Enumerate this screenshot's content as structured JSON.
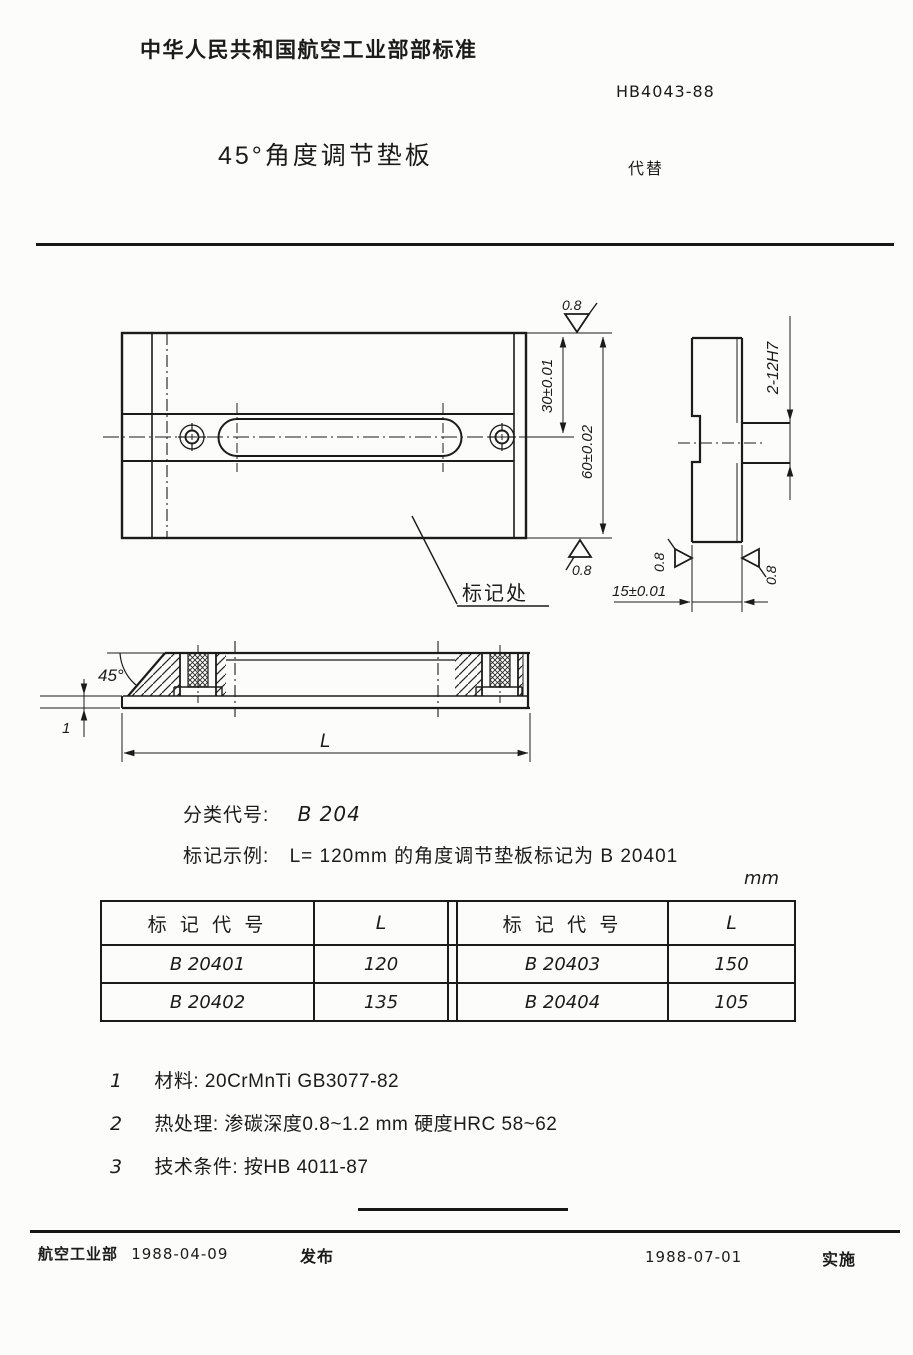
{
  "header": {
    "org_title": "中华人民共和国航空工业部部标准",
    "std_number": "HB4043-88",
    "doc_title": "45°角度调节垫板",
    "replaces_label": "代替"
  },
  "drawing": {
    "top_view": {
      "dim_width_slot": "30±0.01",
      "dim_width_total": "60±0.02",
      "finish_top": "0.8",
      "finish_bottom": "0.8",
      "marking_label": "标记处"
    },
    "side_view": {
      "hole_spec": "2-12H7",
      "dim_thickness": "15±0.01",
      "finish_left": "0.8",
      "finish_right": "0.8"
    },
    "front_view": {
      "angle": "45°",
      "dim_lip": "1",
      "dim_length": "L"
    }
  },
  "classification": {
    "class_label": "分类代号:",
    "class_value": "B 204",
    "example_label": "标记示例:",
    "example_value": "L= 120mm 的角度调节垫板标记为 B 20401",
    "unit": "mm"
  },
  "table": {
    "headers": [
      "标 记 代 号",
      "L",
      "标 记 代 号",
      "L"
    ],
    "rows": [
      [
        "B 20401",
        "120",
        "B 20403",
        "150"
      ],
      [
        "B 20402",
        "135",
        "B 20404",
        "105"
      ]
    ]
  },
  "notes": [
    {
      "num": "1",
      "text": "材料: 20CrMnTi  GB3077-82"
    },
    {
      "num": "2",
      "text": "热处理: 渗碳深度0.8~1.2 mm 硬度HRC 58~62"
    },
    {
      "num": "3",
      "text": "技术条件: 按HB 4011-87"
    }
  ],
  "footer": {
    "issuer": "航空工业部",
    "issue_date": "1988-04-09",
    "issue_label": "发布",
    "impl_date": "1988-07-01",
    "impl_label": "实施"
  }
}
